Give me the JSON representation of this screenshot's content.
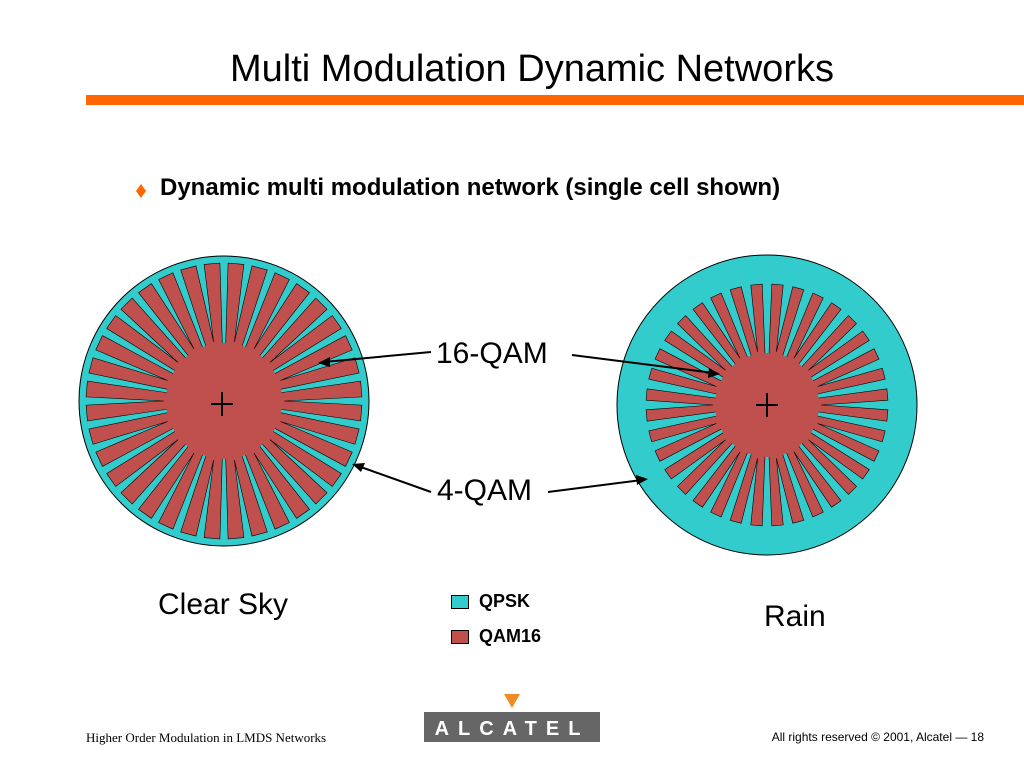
{
  "slide": {
    "title": "Multi Modulation Dynamic Networks",
    "bullet": "Dynamic multi modulation network (single cell shown)"
  },
  "diagram": {
    "label_16qam": "16-QAM",
    "label_4qam": "4-QAM",
    "center_mark": "+",
    "clear_sky": "Clear Sky",
    "rain": "Rain"
  },
  "legend": [
    {
      "label": "QPSK",
      "color": "#33cccc"
    },
    {
      "label": "QAM16",
      "color": "#c0504d"
    }
  ],
  "colors": {
    "accent": "#ff6600",
    "qpsk": "#33cccc",
    "qam16": "#c0504d"
  },
  "footer": {
    "left": "Higher Order Modulation in LMDS Networks",
    "right": "All rights reserved © 2001, Alcatel — 18",
    "logo_text": "ALCATEL"
  }
}
